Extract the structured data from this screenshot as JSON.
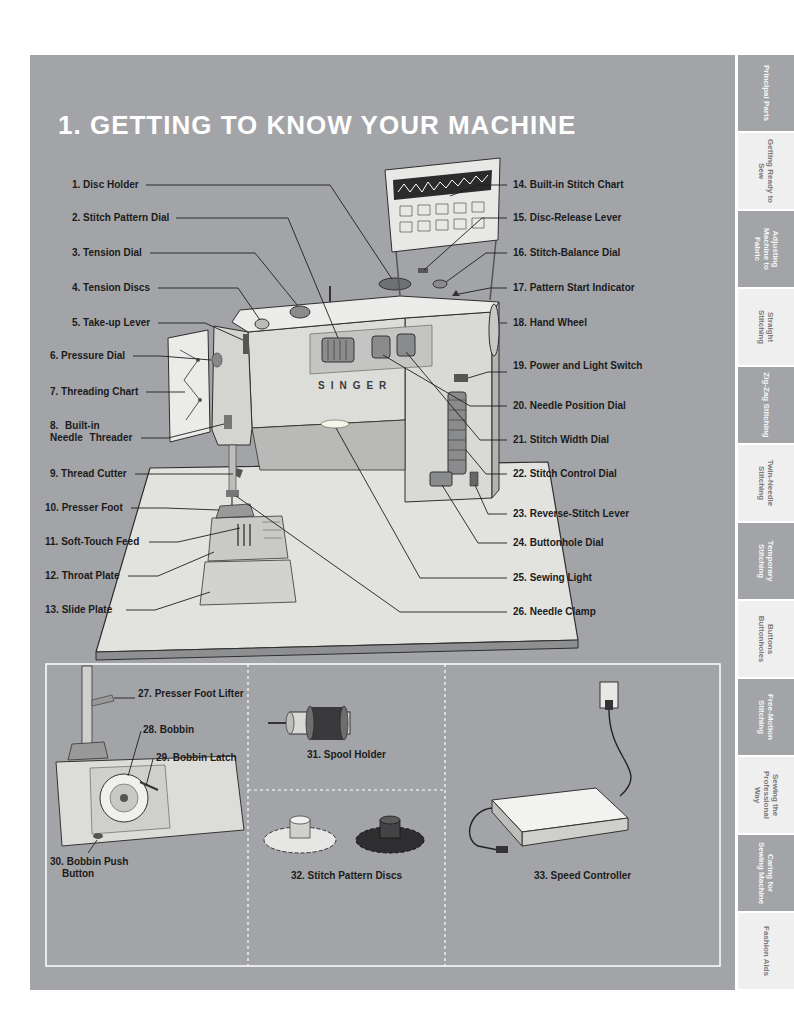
{
  "diagram": {
    "title": "1. GETTING TO KNOW YOUR MACHINE",
    "nodes": [
      {
        "text": [
          "27. Presser Foot Lifter",
          "28. Bobbin",
          "29. Bobbin Latch",
          "30. Bobbin Push Button"
        ]
      },
      {
        "text": [
          "31. Spool Holder"
        ]
      },
      {
        "text": [
          "32. Stitch Pattern Discs"
        ]
      },
      {
        "text": [
          "33. Speed Controller"
        ]
      },
      {
        "text": [
          "Principal Parts"
        ]
      },
      {
        "text": [
          "Getting Ready to Sew"
        ]
      },
      {
        "text": [
          "Adjusting Machine to Fabric"
        ]
      },
      {
        "text": [
          "Straight Stitching"
        ]
      },
      {
        "text": [
          "Zig-Zag Stitching"
        ]
      },
      {
        "text": [
          "Twin-Needle Stitching"
        ]
      },
      {
        "text": [
          "Temporary Stitching"
        ]
      },
      {
        "text": [
          "Buttons Buttonholes"
        ]
      },
      {
        "text": [
          "Free-Motion Stitching"
        ]
      },
      {
        "text": [
          "Sewing the Professional Way"
        ]
      },
      {
        "text": [
          "Caring for Sewing Machine"
        ]
      },
      {
        "text": [
          "Fashion Aids"
        ]
      }
    ],
    "labels": [
      "1. Disc Holder",
      "2. Stitch Pattern Dial",
      "3. Tension Dial",
      "4. Tension Discs",
      "5. Take-up Lever",
      "6. Pressure Dial",
      "7. Threading Chart",
      "8. Built-in Needle Threader",
      "9. Thread Cutter",
      "10. Presser Foot",
      "11. Soft-Touch Feed",
      "12. Throat Plate",
      "13. Slide Plate",
      "14. Built-in Stitch Chart",
      "15. Disc-Release Lever",
      "16. Stitch-Balance Dial",
      "17. Pattern Start Indicator",
      "18. Hand Wheel",
      "19. Power and Light Switch",
      "20. Needle Position Dial",
      "21. Stitch Width Dial",
      "22. Stitch Control Dial",
      "23. Reverse-Stitch Lever",
      "24. Buttonhole Dial",
      "25. Sewing Light",
      "26. Needle Clamp",
      "SINGER"
    ]
  }
}
